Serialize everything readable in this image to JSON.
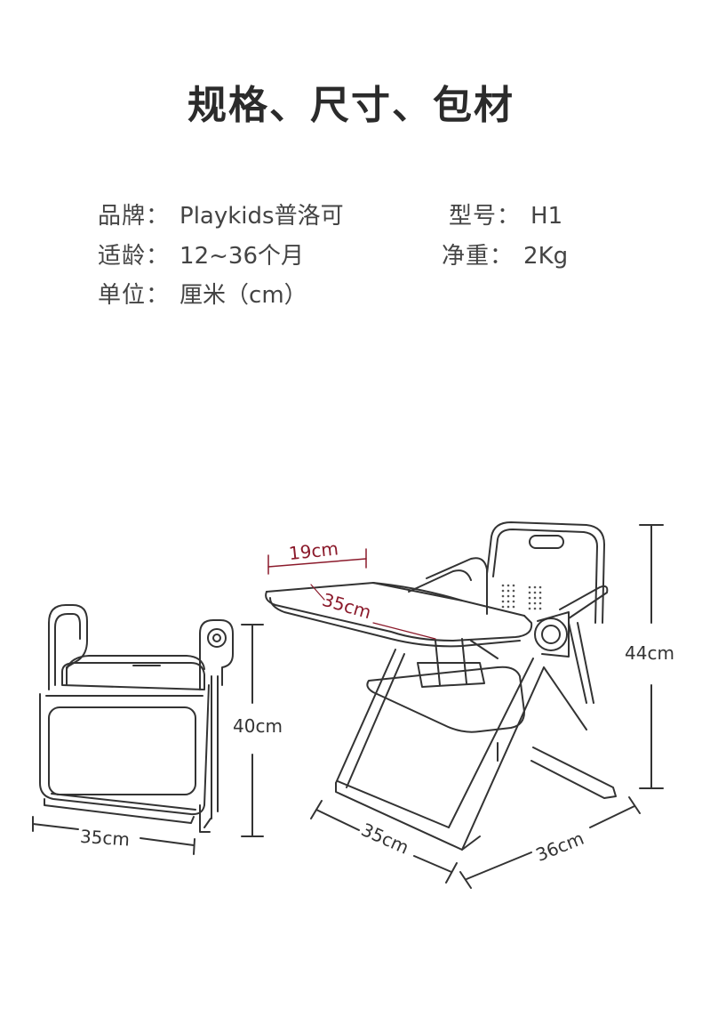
{
  "title": "规格、尺寸、包材",
  "specs": {
    "brand": {
      "label": "品牌",
      "sep": "：",
      "value": "Playkids普洛可"
    },
    "model": {
      "label": "型号",
      "sep": "：",
      "value": "H1"
    },
    "age": {
      "label": "适龄",
      "sep": "：",
      "value": "12~36个月"
    },
    "weight": {
      "label": "净重",
      "sep": "：",
      "value": "2Kg"
    },
    "unit": {
      "label": "单位",
      "sep": "：",
      "value": "厘米（cm）"
    }
  },
  "dimensions": {
    "folded_width": "35cm",
    "folded_height": "40cm",
    "tray_depth": "19cm",
    "tray_width": "35cm",
    "chair_height": "44cm",
    "chair_width": "35cm",
    "chair_depth": "36cm"
  },
  "colors": {
    "line": "#333333",
    "accent_red": "#8b1a2b"
  }
}
